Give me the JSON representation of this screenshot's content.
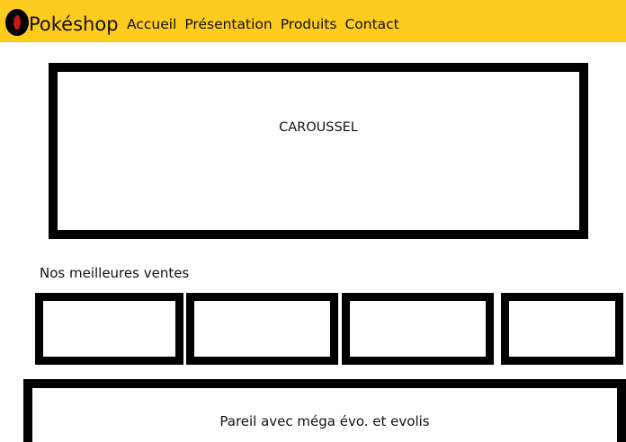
{
  "header": {
    "brand": "Pokéshop",
    "nav": [
      "Accueil",
      "Présentation",
      "Produits",
      "Contact"
    ],
    "colors": {
      "background": "#fecb1f",
      "logo_outer": "#000000",
      "logo_inner": "#c9151e"
    },
    "logo_icon": "pokeball-icon"
  },
  "carousel": {
    "label": "CAROUSSEL"
  },
  "best_sellers": {
    "title": "Nos meilleures ventes"
  },
  "bottom_section": {
    "label": "Pareil avec méga évo. et evolis"
  }
}
